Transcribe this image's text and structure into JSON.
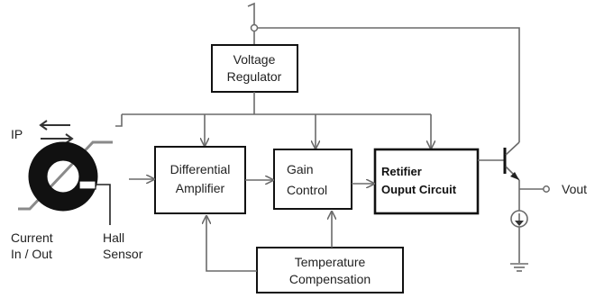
{
  "blocks": {
    "voltage_regulator": [
      "Voltage",
      "Regulator"
    ],
    "differential_amplifier": [
      "Differential",
      "Amplifier"
    ],
    "gain_control": [
      "Gain",
      "Control"
    ],
    "rectifier_output": [
      "Retifier",
      "Ouput Circuit"
    ],
    "temperature_compensation": [
      "Temperature",
      "Compensation"
    ]
  },
  "labels": {
    "ip": "IP",
    "current": [
      "Current",
      "In / Out"
    ],
    "hall": [
      "Hall",
      "Sensor"
    ],
    "vout": "Vout"
  }
}
